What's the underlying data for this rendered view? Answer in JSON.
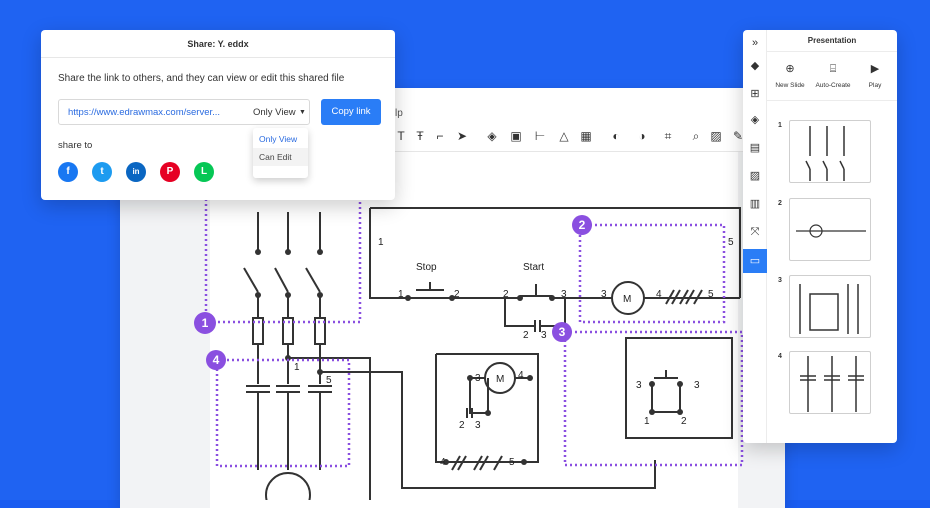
{
  "editor": {
    "menu_help": "lp"
  },
  "diagram": {
    "labels": {
      "stop": "Stop",
      "start": "Start",
      "motor": "M",
      "n1": "1",
      "n2": "2",
      "n3": "3",
      "n4": "4",
      "n5": "5"
    },
    "callouts": [
      "1",
      "2",
      "3",
      "4"
    ]
  },
  "share": {
    "title": "Share: Y. eddx",
    "description": "Share the link to others, and they can view or edit this shared file",
    "link": "https://www.edrawmax.com/server...",
    "permission": "Only View",
    "copy_label": "Copy link",
    "share_to": "share to",
    "dropdown_options": [
      "Only View",
      "Can Edit"
    ],
    "social": [
      {
        "name": "facebook",
        "glyph": "f",
        "color": "#1877f2"
      },
      {
        "name": "twitter",
        "glyph": "t",
        "color": "#1d9bf0"
      },
      {
        "name": "linkedin",
        "glyph": "in",
        "color": "#0a66c2"
      },
      {
        "name": "pinterest",
        "glyph": "P",
        "color": "#e60023"
      },
      {
        "name": "line",
        "glyph": "L",
        "color": "#06c755"
      }
    ]
  },
  "presentation": {
    "title": "Presentation",
    "actions": [
      {
        "label": "New Slide",
        "icon": "plus-circle-icon"
      },
      {
        "label": "Auto-Create",
        "icon": "auto-create-icon"
      },
      {
        "label": "Play",
        "icon": "play-icon"
      }
    ],
    "slides": [
      "1",
      "2",
      "3",
      "4"
    ]
  },
  "colors": {
    "background": "#1f63f2",
    "accent": "#2a7df6",
    "callout_purple": "#8a4fe0"
  }
}
